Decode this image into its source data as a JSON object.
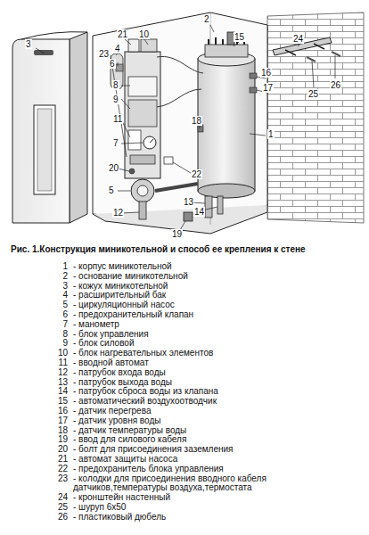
{
  "diagram": {
    "caption": "Рис. 1.Конструкция миникотельной и способ ее крепления к стене",
    "labels": [
      "3",
      "2",
      "15",
      "21",
      "10",
      "4",
      "23",
      "24",
      "6",
      "16",
      "17",
      "8",
      "26",
      "25",
      "9",
      "1",
      "11",
      "18",
      "7",
      "22",
      "20",
      "5",
      "13",
      "14",
      "12",
      "19",
      "1",
      "- корпус миникотельной",
      "2",
      "- основание миникотельной",
      "3",
      "- кожух миникотельной",
      "4",
      "- расширительный бак",
      "5",
      "- циркуляционный насос",
      "6",
      "- предохранительный клапан",
      "7",
      "- манометр",
      "8",
      "- блок управления",
      "9",
      "- блок силовой",
      "10",
      "- блок нагревательных элементов",
      "11",
      "- вводной автомат",
      "12",
      "- патрубок входа воды",
      "13",
      "- патрубок выхода воды",
      "14",
      "- патрубок сброса воды из клапана",
      "15",
      "- автоматический воздухоотводчик",
      "16",
      "- датчик перегрева",
      "17",
      "- датчик уровня воды",
      "18",
      "- датчик температуры воды",
      "19",
      "- ввод для силового кабеля",
      "20",
      "- болт для присоединения заземления",
      "21",
      "- автомат защиты насоса",
      "22",
      "- предохранитель блока управления",
      "23",
      "- колодки для присоединения вводного кабеля датчиков,температуры воздуха,термостата",
      "24",
      "- кронштейн настенный",
      "25",
      "- шуруп 6х50",
      "26",
      "- пластиковый дюбель"
    ]
  }
}
